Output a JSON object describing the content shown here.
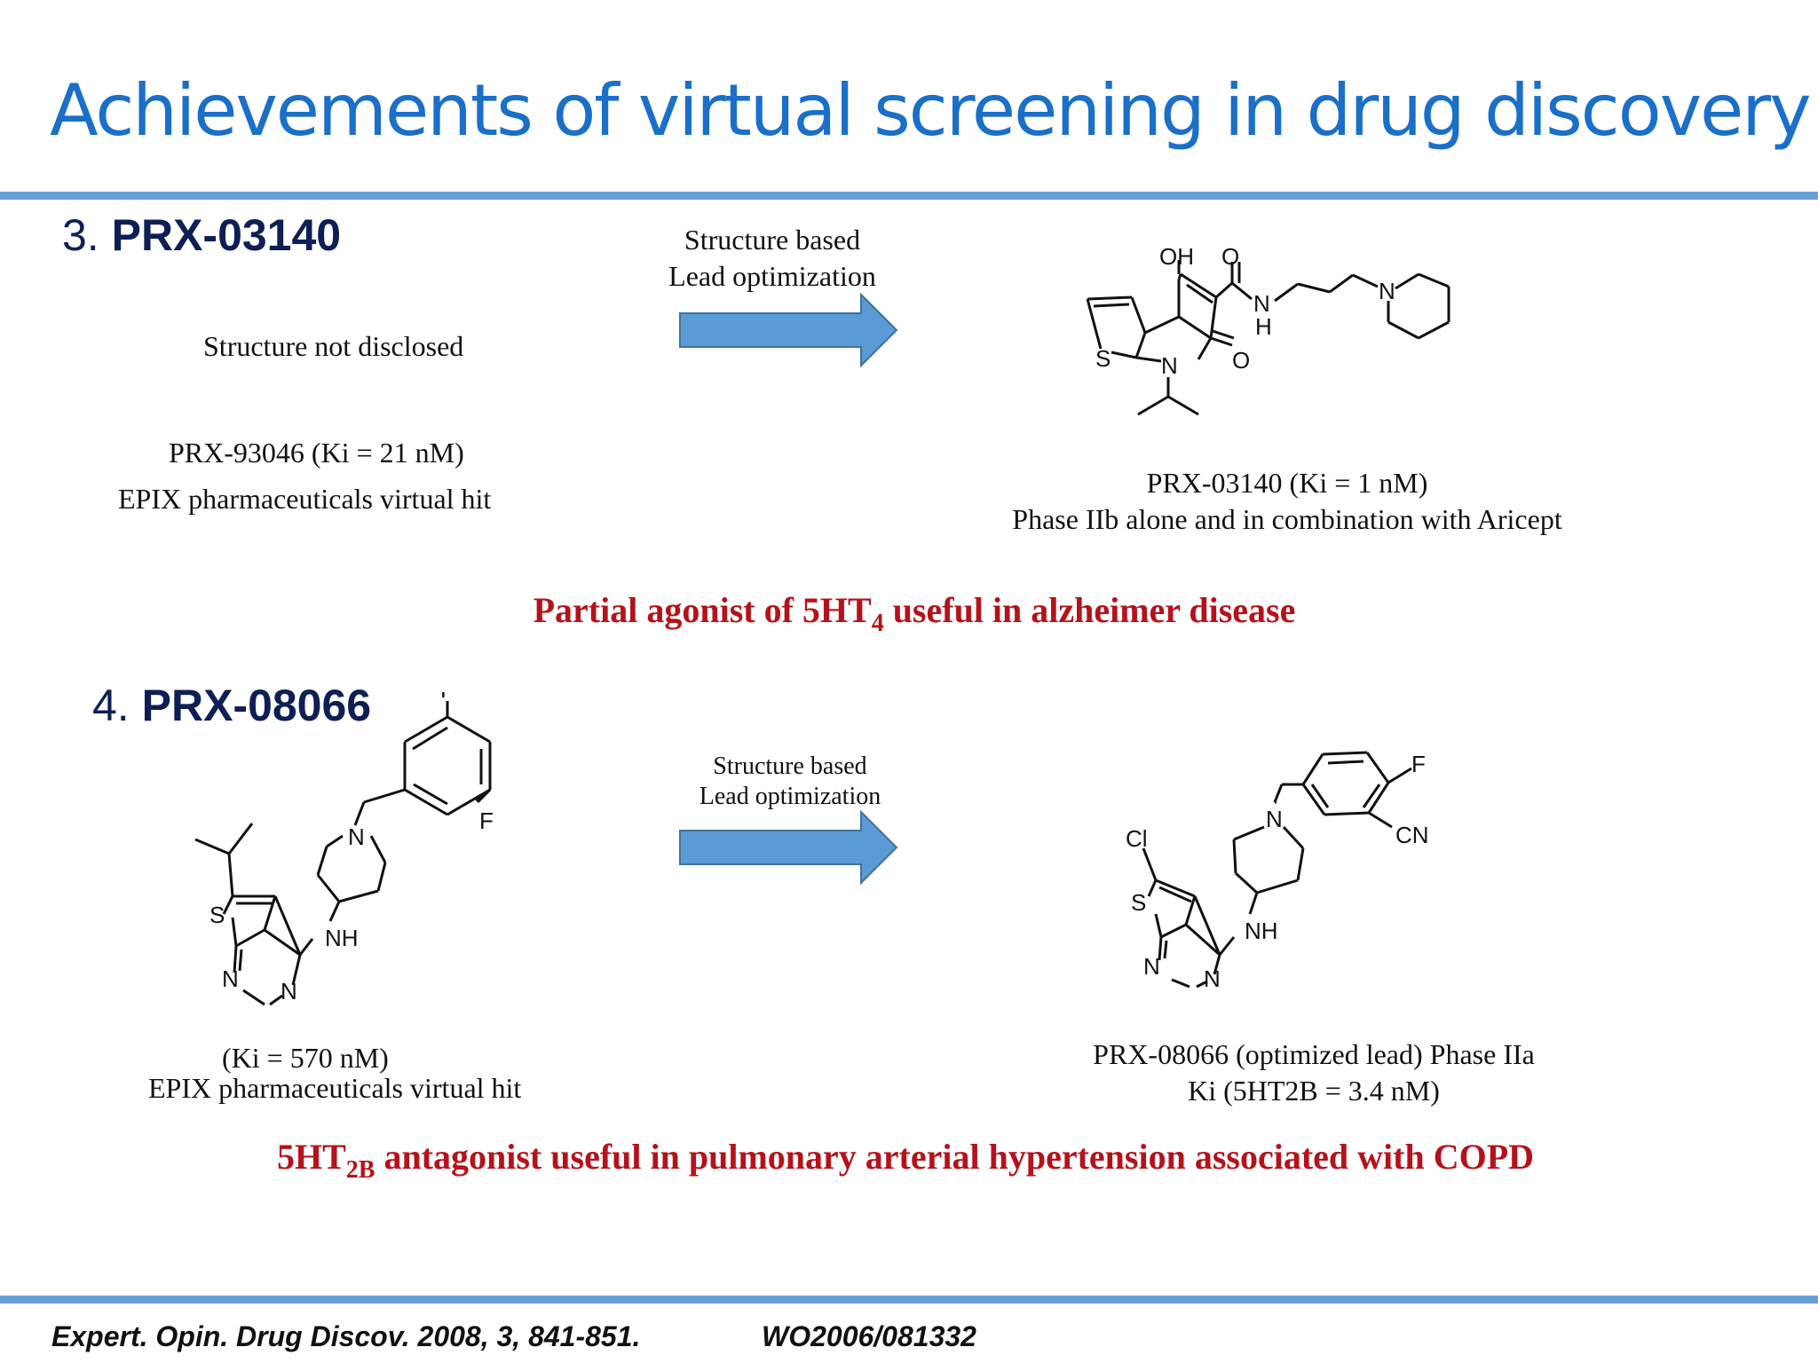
{
  "slide": {
    "title": "Achievements of virtual screening in drug discovery"
  },
  "section3": {
    "number": "3.",
    "name": "PRX-03140",
    "arrow_label_line1": "Structure based",
    "arrow_label_line2": "Lead optimization",
    "not_disclosed": "Structure not disclosed",
    "hit_ki": "PRX-93046 (Ki = 21 nM)",
    "hit_source": "EPIX pharmaceuticals virtual hit",
    "lead_ki": "PRX-03140  (Ki = 1 nM)",
    "lead_status": "Phase IIb alone and in combination with Aricept",
    "conclusion_pre": "Partial agonist of 5HT",
    "conclusion_sub": "4",
    "conclusion_post": " useful in alzheimer disease",
    "structure_atoms": [
      "OH",
      "O",
      "N",
      "H",
      "N",
      "S",
      "N",
      "O"
    ]
  },
  "section4": {
    "number": "4.",
    "name": "PRX-08066",
    "arrow_label_line1": "Structure based",
    "arrow_label_line2": "Lead optimization",
    "hit_ki": "(Ki = 570 nM)",
    "hit_source": "EPIX pharmaceuticals virtual hit",
    "lead_line1": "PRX-08066 (optimized lead) Phase IIa",
    "lead_line2": "Ki (5HT2B = 3.4 nM)",
    "conclusion_pre": "5HT",
    "conclusion_sub": "2B",
    "conclusion_post": " antagonist useful in pulmonary arterial hypertension associated with COPD",
    "hit_atoms": [
      "F",
      "F",
      "N",
      "S",
      "NH",
      "N",
      "N"
    ],
    "lead_atoms": [
      "F",
      "CN",
      "N",
      "Cl",
      "S",
      "NH",
      "N",
      "N"
    ]
  },
  "footer": {
    "citation1": "Expert. Opin. Drug Discov. 2008, 3, 841-851.",
    "citation2": "WO2006/081332"
  },
  "colors": {
    "title": "#1a6fc9",
    "rule": "#6a9fd6",
    "arrow": "#5b9bd5",
    "emphasis": "#b5121b",
    "heading": "#0e1f55"
  }
}
